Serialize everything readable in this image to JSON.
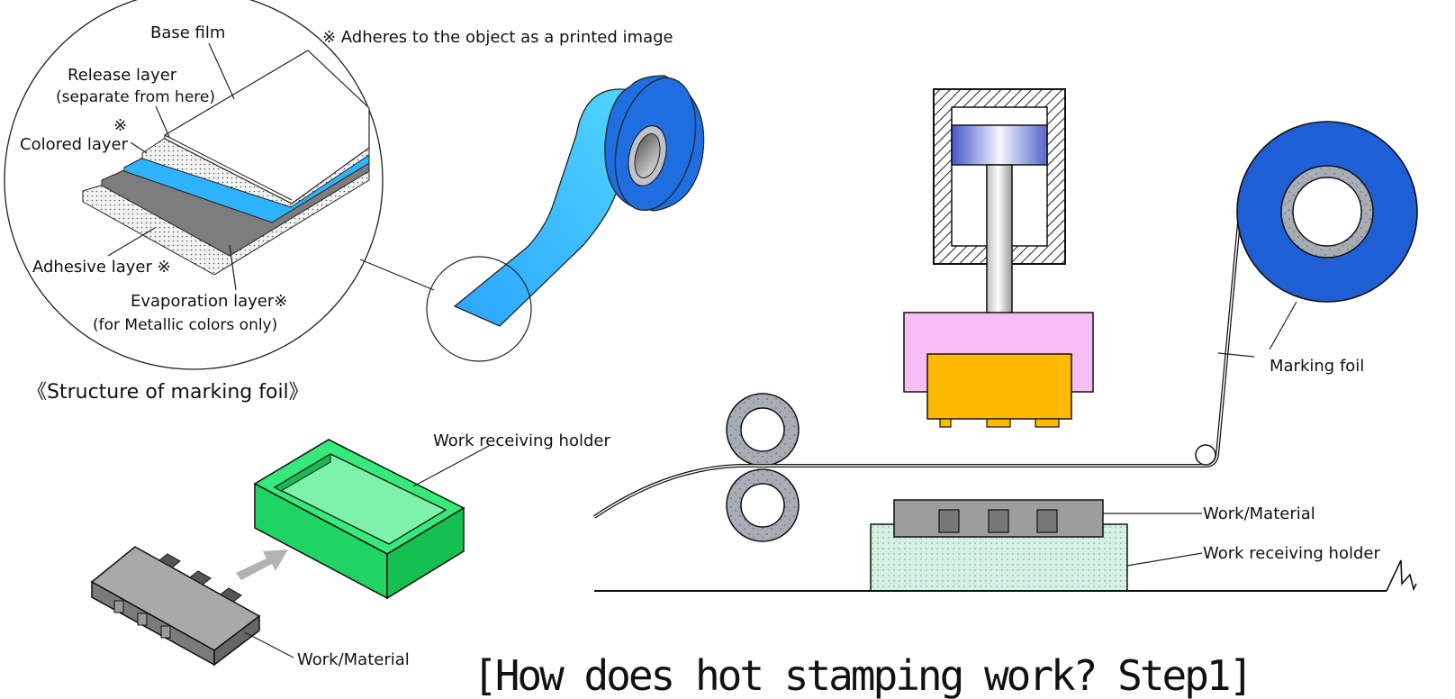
{
  "structure": {
    "base_film": "Base film",
    "note_adheres": "※ Adheres to the object as a printed image",
    "release_layer": "Release layer",
    "release_layer_note": "(separate from here)",
    "colored_layer_mark": "※",
    "colored_layer": "Colored layer",
    "adhesive_layer": "Adhesive layer ※",
    "evaporation_layer": "Evaporation layer※",
    "evaporation_note": "(for Metallic colors only)",
    "caption": "《Structure of marking foil》"
  },
  "parts": {
    "work_receiving_holder": "Work receiving holder",
    "work_material": "Work/Material"
  },
  "machine": {
    "marking_foil": "Marking foil",
    "work_material": "Work/Material",
    "work_receiving_holder": "Work receiving holder"
  },
  "title": "[How does hot stamping work?  Step1]",
  "colors": {
    "foil_blue": "#1e90ff",
    "roll_blue": "#1f5fd6",
    "holder_green": "#2ee86a",
    "die_pink": "#f8bdf5",
    "die_orange": "#ffba00",
    "work_gray": "#9a9a9a",
    "holder_mint": "#cfeee0"
  },
  "icons": [
    "foil-roll",
    "press-cylinder",
    "guide-rollers",
    "break-symbol"
  ]
}
